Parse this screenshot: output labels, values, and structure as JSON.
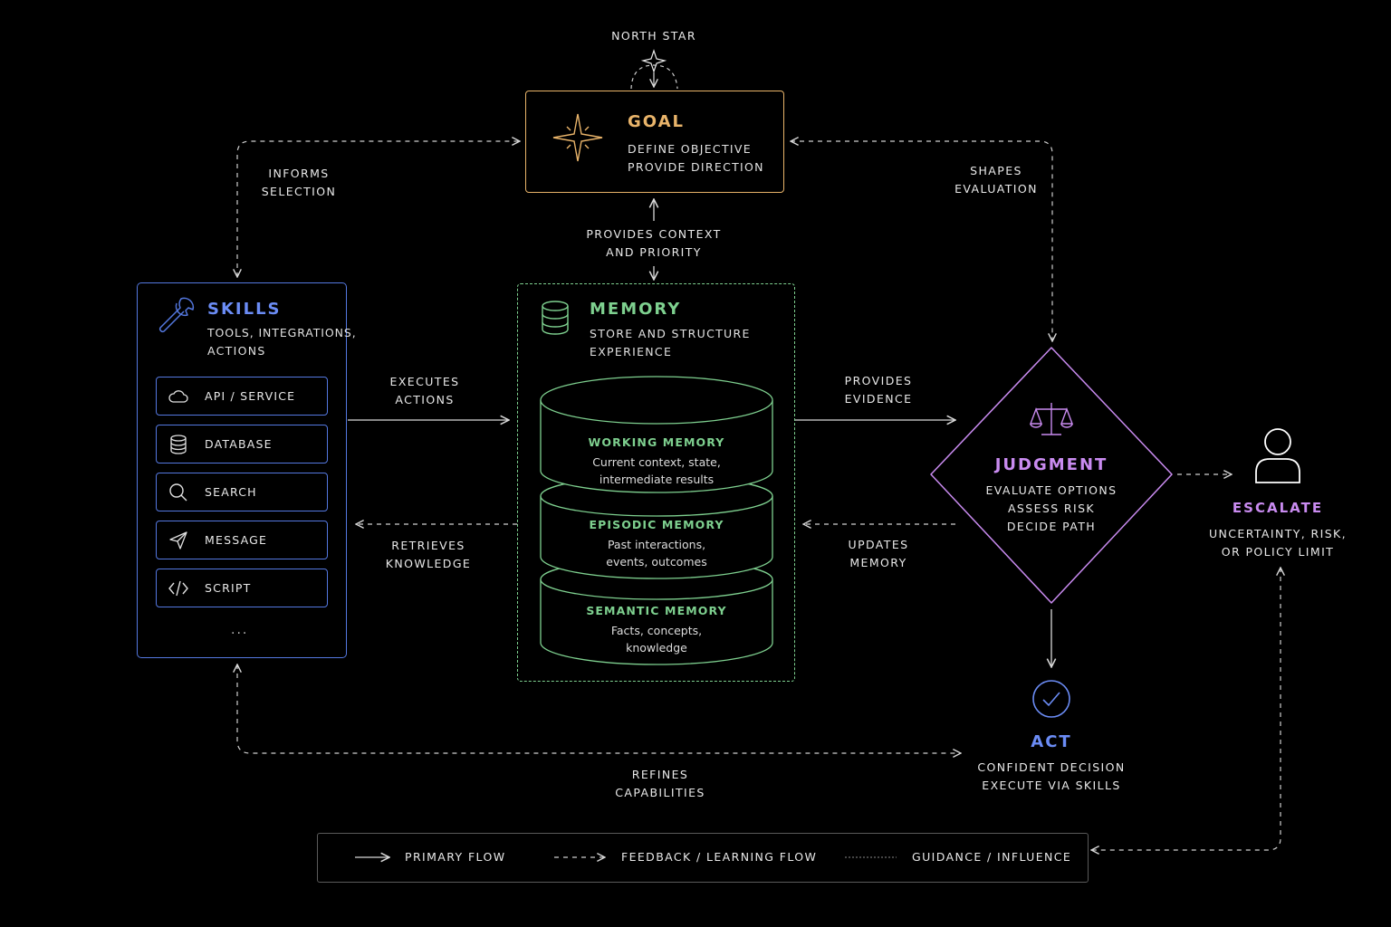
{
  "north_star": "NORTH STAR",
  "goal": {
    "title": "GOAL",
    "line1": "DEFINE OBJECTIVE",
    "line2": "PROVIDE DIRECTION"
  },
  "skills": {
    "title": "SKILLS",
    "line1": "TOOLS, INTEGRATIONS,",
    "line2": "ACTIONS",
    "items": [
      {
        "label": "API / SERVICE",
        "icon": "cloud-icon"
      },
      {
        "label": "DATABASE",
        "icon": "database-icon"
      },
      {
        "label": "SEARCH",
        "icon": "search-icon"
      },
      {
        "label": "MESSAGE",
        "icon": "send-icon"
      },
      {
        "label": "SCRIPT",
        "icon": "code-icon"
      }
    ],
    "more": "..."
  },
  "memory": {
    "title": "MEMORY",
    "line1": "STORE AND STRUCTURE",
    "line2": "EXPERIENCE",
    "layers": [
      {
        "title": "WORKING MEMORY",
        "desc1": "Current context, state,",
        "desc2": "intermediate results"
      },
      {
        "title": "EPISODIC MEMORY",
        "desc1": "Past interactions,",
        "desc2": "events, outcomes"
      },
      {
        "title": "SEMANTIC MEMORY",
        "desc1": "Facts, concepts,",
        "desc2": "knowledge"
      }
    ]
  },
  "judgment": {
    "title": "JUDGMENT",
    "line1": "EVALUATE OPTIONS",
    "line2": "ASSESS RISK",
    "line3": "DECIDE PATH"
  },
  "escalate": {
    "title": "ESCALATE",
    "line1": "UNCERTAINTY, RISK,",
    "line2": "OR POLICY LIMIT"
  },
  "act": {
    "title": "ACT",
    "line1": "CONFIDENT DECISION",
    "line2": "EXECUTE VIA SKILLS"
  },
  "edges": {
    "informs": [
      "INFORMS",
      "SELECTION"
    ],
    "shapes": [
      "SHAPES",
      "EVALUATION"
    ],
    "provides_context": [
      "PROVIDES CONTEXT",
      "AND PRIORITY"
    ],
    "executes": [
      "EXECUTES",
      "ACTIONS"
    ],
    "retrieves": [
      "RETRIEVES",
      "KNOWLEDGE"
    ],
    "provides_evidence": [
      "PROVIDES",
      "EVIDENCE"
    ],
    "updates": [
      "UPDATES",
      "MEMORY"
    ],
    "refines": [
      "REFINES",
      "CAPABILITIES"
    ]
  },
  "legend": {
    "primary": "PRIMARY FLOW",
    "feedback": "FEEDBACK / LEARNING FLOW",
    "guidance": "GUIDANCE / INFLUENCE"
  },
  "colors": {
    "goal": "#e9b46a",
    "skills": "#5478e0",
    "memory": "#7ed08f",
    "judgment": "#c98bf0",
    "act": "#6b8cf5",
    "escalate": "#c98bf0",
    "line": "#d8d8d8"
  }
}
